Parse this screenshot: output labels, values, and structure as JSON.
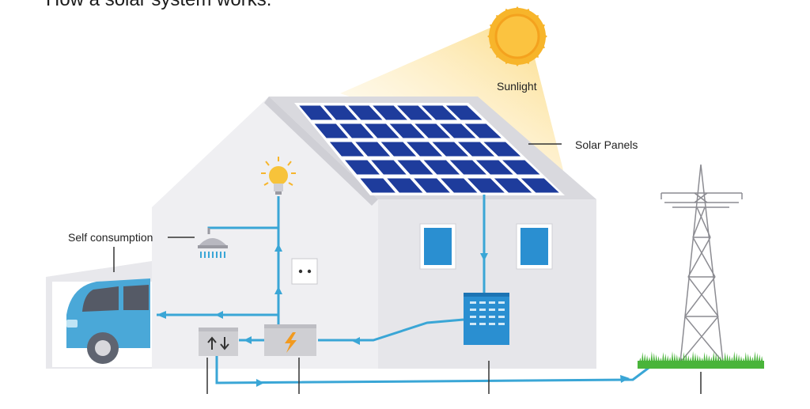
{
  "title": "How a solar system works:",
  "labels": {
    "sunlight": "Sunlight",
    "solar_panels": "Solar Panels",
    "self_consumption": "Self consumption"
  },
  "colors": {
    "wire": "#3aa6d6",
    "panel": "#1e3c9c",
    "sun": "#f7b52b",
    "wall": "#e9e9ec",
    "roof": "#d8d8dc",
    "window": "#2a8fd1",
    "car": "#4aa8d8",
    "grass": "#49b43a",
    "meter": "#cfcfd3",
    "inverter_bolt": "#f29a1f"
  },
  "icons": [
    "sun-icon",
    "light-bulb-icon",
    "shower-icon",
    "power-outlet-icon",
    "arrows-up-down-icon",
    "lightning-bolt-icon",
    "battery-icon",
    "car-icon",
    "transmission-tower-icon"
  ]
}
